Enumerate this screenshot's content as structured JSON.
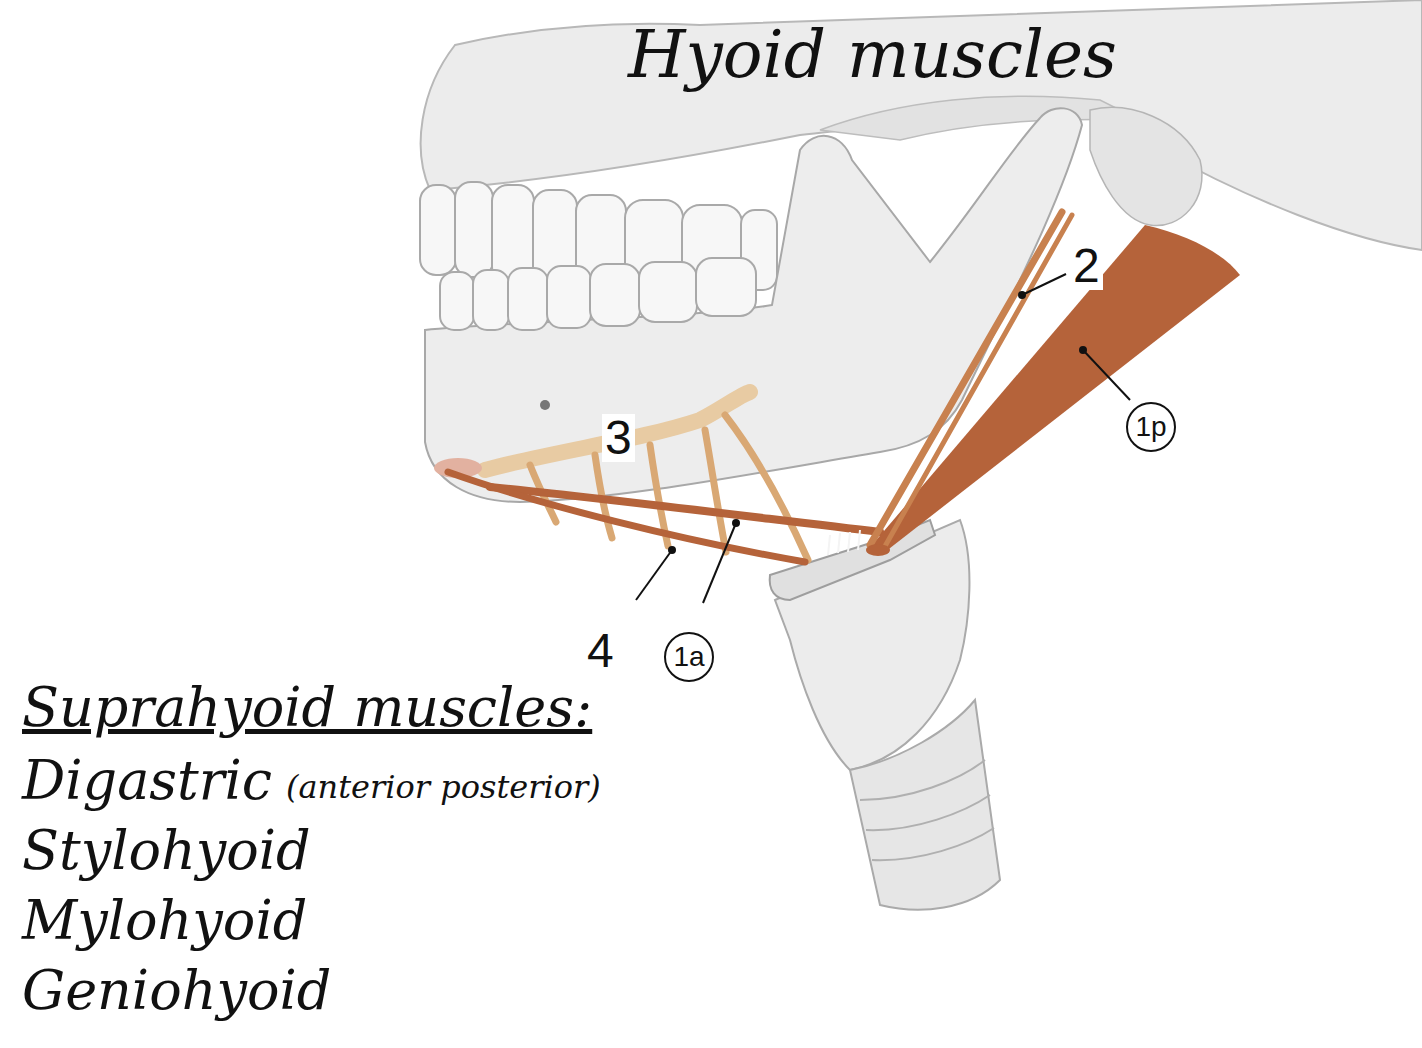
{
  "diagram": {
    "title": "Hyoid muscles",
    "labels": [
      "2",
      "1p",
      "3",
      "4",
      "1a",
      "Suprahyoid muscles:",
      "Digastric",
      "(anterior posterior)",
      "Stylohyoid",
      "Mylohyoid",
      "Geniohyoid"
    ]
  }
}
